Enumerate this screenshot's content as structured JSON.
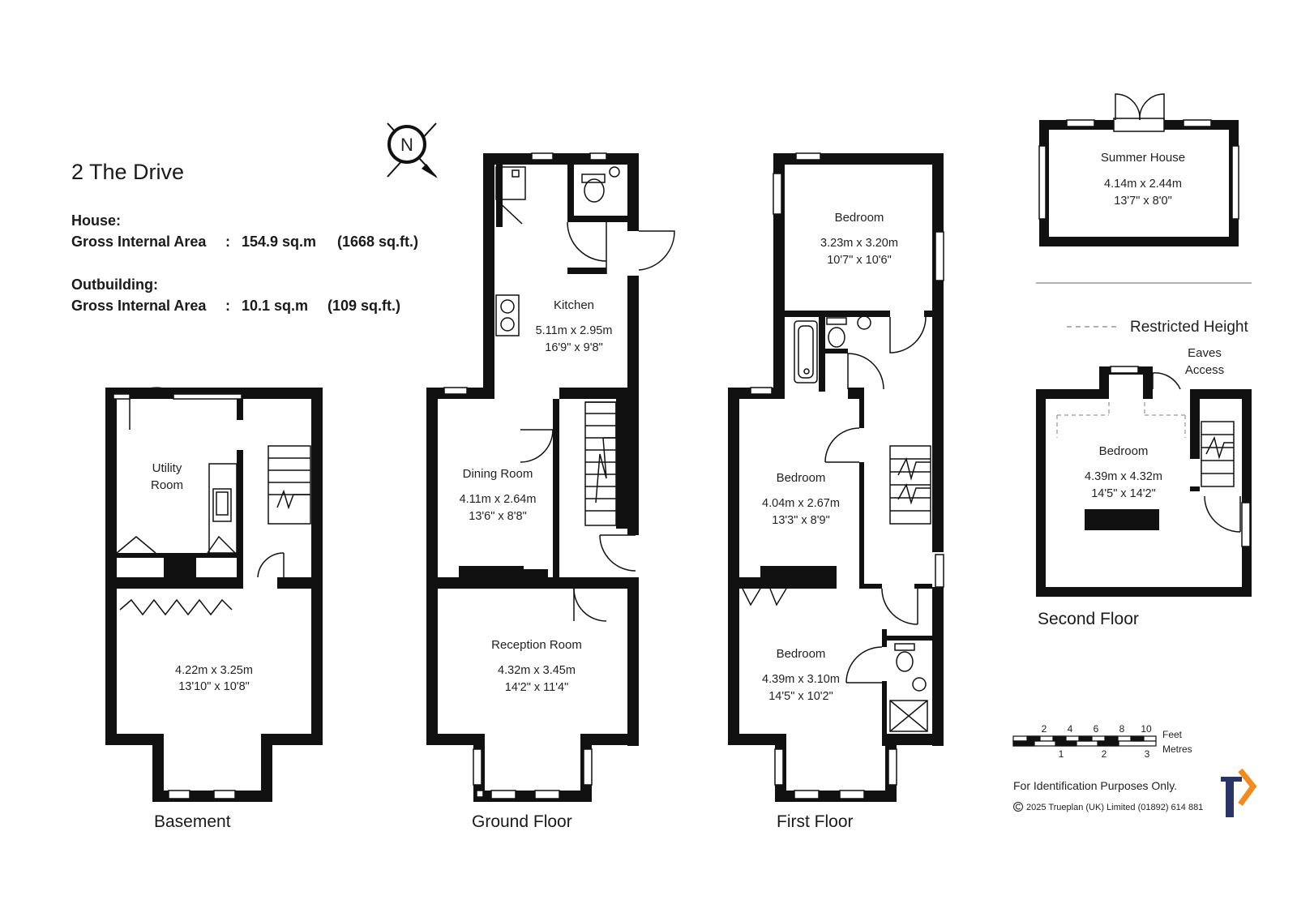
{
  "title": "2 The Drive",
  "house": {
    "heading": "House:",
    "area_label": "Gross Internal Area",
    "sep": ":",
    "sqm": "154.9 sq.m",
    "sqft": "(1668 sq.ft.)"
  },
  "outbuilding": {
    "heading": "Outbuilding:",
    "area_label": "Gross Internal Area",
    "sep": ":",
    "sqm": "10.1 sq.m",
    "sqft": "(109 sq.ft.)"
  },
  "compass": {
    "letter": "N"
  },
  "floors": {
    "basement": {
      "label": "Basement",
      "utility": {
        "name_line1": "Utility",
        "name_line2": "Room"
      },
      "main": {
        "metric": "4.22m  x  3.25m",
        "imperial": "13'10\"  x  10'8\""
      }
    },
    "ground": {
      "label": "Ground Floor",
      "kitchen": {
        "name": "Kitchen",
        "metric": "5.11m  x  2.95m",
        "imperial": "16'9\"  x  9'8\""
      },
      "dining": {
        "name": "Dining Room",
        "metric": "4.11m  x  2.64m",
        "imperial": "13'6\"  x  8'8\""
      },
      "reception": {
        "name": "Reception Room",
        "metric": "4.32m  x  3.45m",
        "imperial": "14'2\"  x  11'4\""
      }
    },
    "first": {
      "label": "First Floor",
      "bedroom1": {
        "name": "Bedroom",
        "metric": "3.23m  x  3.20m",
        "imperial": "10'7\"  x  10'6\""
      },
      "bedroom2": {
        "name": "Bedroom",
        "metric": "4.04m  x  2.67m",
        "imperial": "13'3\"  x  8'9\""
      },
      "bedroom3": {
        "name": "Bedroom",
        "metric": "4.39m  x  3.10m",
        "imperial": "14'5\"  x  10'2\""
      }
    },
    "second": {
      "label": "Second Floor",
      "bedroom": {
        "name": "Bedroom",
        "metric": "4.39m  x  4.32m",
        "imperial": "14'5\"  x  14'2\""
      },
      "eaves_line1": "Eaves",
      "eaves_line2": "Access"
    },
    "summer_house": {
      "name": "Summer House",
      "metric": "4.14m  x  2.44m",
      "imperial": "13'7\"  x  8'0\""
    }
  },
  "legend": {
    "restricted_height": "Restricted Height"
  },
  "scale": {
    "feet_ticks": [
      "2",
      "4",
      "6",
      "8",
      "10"
    ],
    "feet_label": "Feet",
    "metre_ticks": [
      "1",
      "2",
      "3"
    ],
    "metres_label": "Metres"
  },
  "footer": {
    "identification": "For Identification Purposes Only.",
    "copyright": "2025 Trueplan (UK) Limited  (01892) 614 881"
  },
  "colors": {
    "wall": "#111111",
    "logo_orange": "#f28a1e",
    "logo_navy": "#2a3566"
  }
}
